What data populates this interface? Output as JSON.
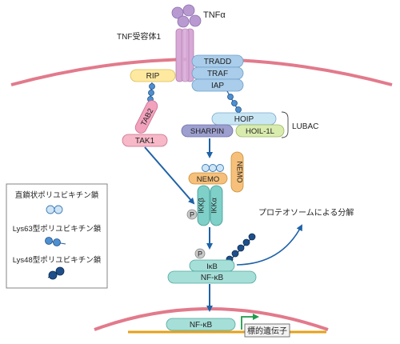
{
  "labels": {
    "tnf": "TNFα",
    "receptor": "TNF受容体1",
    "tradd": "TRADD",
    "traf": "TRAF",
    "iap": "IAP",
    "rip": "RIP",
    "tab2": "TAB2",
    "tak1": "TAK1",
    "hoip": "HOIP",
    "sharpin": "SHARPIN",
    "hoil": "HOIL-1L",
    "lubac": "LUBAC",
    "nemo": "NEMO",
    "nemo_vertical": "NEMO",
    "ikkb": "IKKβ",
    "ikka": "IKKα",
    "p1": "P",
    "p2": "P",
    "ikb": "IκB",
    "nfkb": "NF-κB",
    "nfkb_nucleus": "NF-κB",
    "target_gene": "標的遺伝子",
    "proteasome": "プロテオソームによる分解"
  },
  "legend": {
    "items": [
      {
        "label": "直鎖状ポリユビキチン鎖",
        "chain": "linear"
      },
      {
        "label": "Lys63型ポリユビキチン鎖",
        "chain": "lys63"
      },
      {
        "label": "Lys48型ポリユビキチン鎖",
        "chain": "lys48"
      }
    ]
  },
  "colors": {
    "membrane": "#e27a8c",
    "tnf": "#b89ad0",
    "receptor": "#d8a9d6",
    "blue_protein": "#a9cdea",
    "rip": "#ffe9a0",
    "tab2": "#f2a2bd",
    "tak1": "#f7b8c8",
    "hoip": "#c9e6f5",
    "sharpin": "#9d9fcf",
    "hoil": "#d9ecae",
    "nemo": "#f7c07a",
    "ikk": "#7fd0c9",
    "nfkb": "#a6dfd8",
    "arrow": "#1e62a6",
    "dna": "#e6a017",
    "gene_arrow": "#1f9a4a",
    "linear_ub": "#cfe4f4",
    "lys63_ub": "#4d8fd0",
    "lys48_ub": "#1f4f8a"
  }
}
